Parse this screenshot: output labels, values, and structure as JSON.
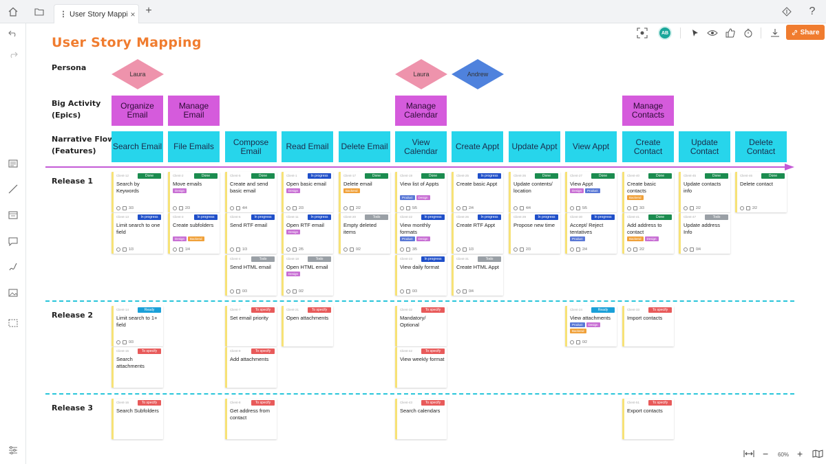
{
  "browser": {
    "tab_title": "User Story Mappi...",
    "tab_close": "×",
    "new_tab": "+",
    "help": "?"
  },
  "toolbar": {
    "avatar_initials": "AB",
    "share_label": "Share"
  },
  "board": {
    "title": "User Story Mapping",
    "persona_label": "Persona",
    "big_activity_label_1": "Big Activity",
    "big_activity_label_2": "(Epics)",
    "narrative_label_1": "Narrative Flow",
    "narrative_label_2": "(Features)",
    "personas": [
      {
        "name": "Laura",
        "col": 0,
        "color": "#ee93ac"
      },
      {
        "name": "Laura",
        "col": 5,
        "color": "#ee93ac"
      },
      {
        "name": "Andrew",
        "col": 6,
        "color": "#4f82dd"
      }
    ],
    "epics": [
      {
        "label": "Organize Email",
        "col": 0
      },
      {
        "label": "Manage Email",
        "col": 1
      },
      {
        "label": "Manage Calendar",
        "col": 5
      },
      {
        "label": "Manage Contacts",
        "col": 9
      }
    ],
    "features": [
      "Search Email",
      "File Emails",
      "Compose Email",
      "Read Email",
      "Delete Email",
      "View Calendar",
      "Create Appt",
      "Update Appt",
      "View Appt",
      "Create Contact",
      "Update Contact",
      "Delete Contact"
    ],
    "releases": [
      {
        "label": "Release 1"
      },
      {
        "label": "Release 2"
      },
      {
        "label": "Release 3"
      }
    ],
    "status_colors": {
      "Done": "#1b8c4f",
      "In progress": "#1f4fc9",
      "Todo": "#9aa0a6",
      "Ready": "#1aa0d8",
      "To specify": "#e85a5a"
    },
    "tag_colors": {
      "Design": "#c86fd4",
      "Backend": "#f0a13a",
      "Product": "#5a78d6"
    },
    "cards": [
      {
        "id": "Client-12",
        "status": "Done",
        "title": "Search by Keywords",
        "tags": [],
        "meta": "3/3",
        "col": 0,
        "slot": 0
      },
      {
        "id": "Client-13",
        "status": "In progress",
        "title": "Limit search to one field",
        "tags": [],
        "meta": "1/3",
        "col": 0,
        "slot": 1
      },
      {
        "id": "Client-2",
        "status": "Done",
        "title": "Move emails",
        "tags": [
          "Design"
        ],
        "meta": "2/3",
        "col": 1,
        "slot": 0
      },
      {
        "id": "Client-3",
        "status": "In progress",
        "title": "Create subfolders",
        "tags": [
          "Design",
          "Backend"
        ],
        "meta": "1/4",
        "col": 1,
        "slot": 1
      },
      {
        "id": "Client-5",
        "status": "Done",
        "title": "Create and send basic email",
        "tags": [],
        "meta": "4/4",
        "col": 2,
        "slot": 0
      },
      {
        "id": "Client-6",
        "status": "In progress",
        "title": "Send RTF email",
        "tags": [],
        "meta": "1/3",
        "col": 2,
        "slot": 1
      },
      {
        "id": "Client-4",
        "status": "Todo",
        "title": "Send HTML email",
        "tags": [],
        "meta": "0/3",
        "col": 2,
        "slot": 2
      },
      {
        "id": "Client-1",
        "status": "In progress",
        "title": "Open basic email",
        "tags": [
          "Design"
        ],
        "meta": "2/3",
        "col": 3,
        "slot": 0
      },
      {
        "id": "Client-11",
        "status": "In progress",
        "title": "Open RTF email",
        "tags": [
          "Design"
        ],
        "meta": "2/5",
        "col": 3,
        "slot": 1
      },
      {
        "id": "Client-18",
        "status": "Todo",
        "title": "Open HTML email",
        "tags": [
          "Design"
        ],
        "meta": "0/2",
        "col": 3,
        "slot": 2
      },
      {
        "id": "Client-17",
        "status": "Done",
        "title": "Delete email",
        "tags": [
          "Backend"
        ],
        "meta": "2/2",
        "col": 4,
        "slot": 0
      },
      {
        "id": "Client-20",
        "status": "Todo",
        "title": "Empty deleted items",
        "tags": [],
        "meta": "0/2",
        "col": 4,
        "slot": 1
      },
      {
        "id": "Client-19",
        "status": "Done",
        "title": "View list of Appts",
        "tags": [
          "Product",
          "Design"
        ],
        "meta": "5/5",
        "col": 5,
        "slot": 0
      },
      {
        "id": "Client-22",
        "status": "In progress",
        "title": "View monthly formats",
        "tags": [
          "Product",
          "Design"
        ],
        "meta": "3/5",
        "col": 5,
        "slot": 1
      },
      {
        "id": "Client-23",
        "status": "In progress",
        "title": "View daily format",
        "tags": [],
        "meta": "0/3",
        "col": 5,
        "slot": 2
      },
      {
        "id": "Client-25",
        "status": "In progress",
        "title": "Create basic Appt",
        "tags": [],
        "meta": "2/4",
        "col": 6,
        "slot": 0
      },
      {
        "id": "Client-26",
        "status": "In progress",
        "title": "Create RTF Appt",
        "tags": [],
        "meta": "1/3",
        "col": 6,
        "slot": 1
      },
      {
        "id": "Client-31",
        "status": "Todo",
        "title": "Create HTML Appt",
        "tags": [],
        "meta": "0/4",
        "col": 6,
        "slot": 2
      },
      {
        "id": "Client-26",
        "status": "Done",
        "title": "Update contents/ location",
        "tags": [],
        "meta": "4/4",
        "col": 7,
        "slot": 0
      },
      {
        "id": "Client-29",
        "status": "In progress",
        "title": "Propose new time",
        "tags": [],
        "meta": "2/3",
        "col": 7,
        "slot": 1
      },
      {
        "id": "Client-27",
        "status": "Done",
        "title": "View Appt",
        "tags": [
          "Design",
          "Product"
        ],
        "meta": "5/5",
        "col": 8,
        "slot": 0
      },
      {
        "id": "Client-30",
        "status": "In progress",
        "title": "Accept/ Reject tentatives",
        "tags": [
          "Product"
        ],
        "meta": "2/4",
        "col": 8,
        "slot": 1
      },
      {
        "id": "Client-40",
        "status": "Done",
        "title": "Create basic contacts",
        "tags": [
          "Backend"
        ],
        "meta": "3/3",
        "col": 9,
        "slot": 0
      },
      {
        "id": "Client-41",
        "status": "Done",
        "title": "Add address to contact",
        "tags": [
          "Backend",
          "Design"
        ],
        "meta": "2/2",
        "col": 9,
        "slot": 1
      },
      {
        "id": "Client-45",
        "status": "Done",
        "title": "Update contacts info",
        "tags": [],
        "meta": "2/2",
        "col": 10,
        "slot": 0
      },
      {
        "id": "Client-47",
        "status": "Todo",
        "title": "Update address Info",
        "tags": [],
        "meta": "0/4",
        "col": 10,
        "slot": 1
      },
      {
        "id": "Client-46",
        "status": "Done",
        "title": "Delete contact",
        "tags": [],
        "meta": "2/2",
        "col": 11,
        "slot": 0
      },
      {
        "id": "Client-14",
        "status": "Ready",
        "title": "Limit search to 1+ field",
        "tags": [],
        "meta": "0/3",
        "col": 0,
        "slot": 3
      },
      {
        "id": "Client-15",
        "status": "To specify",
        "title": "Search attachments",
        "tags": [],
        "meta": "",
        "col": 0,
        "slot": 4
      },
      {
        "id": "Client-7",
        "status": "To specify",
        "title": "Set email priority",
        "tags": [],
        "meta": "",
        "col": 2,
        "slot": 3
      },
      {
        "id": "Client-9",
        "status": "To specify",
        "title": "Add attachments",
        "tags": [],
        "meta": "",
        "col": 2,
        "slot": 4
      },
      {
        "id": "Client-21",
        "status": "To specify",
        "title": "Open attachments",
        "tags": [],
        "meta": "",
        "col": 3,
        "slot": 3
      },
      {
        "id": "Client-32",
        "status": "To specify",
        "title": "Mandatory/ Optional",
        "tags": [],
        "meta": "",
        "col": 5,
        "slot": 3
      },
      {
        "id": "Client-42",
        "status": "To specify",
        "title": "View weekly format",
        "tags": [],
        "meta": "",
        "col": 5,
        "slot": 4
      },
      {
        "id": "Client-24",
        "status": "Ready",
        "title": "View attachments",
        "tags": [
          "Product",
          "Design",
          "Backend"
        ],
        "meta": "0/2",
        "col": 8,
        "slot": 3
      },
      {
        "id": "Client-33",
        "status": "To specify",
        "title": "Import contacts",
        "tags": [],
        "meta": "",
        "col": 9,
        "slot": 3
      },
      {
        "id": "Client-16",
        "status": "To specify",
        "title": "Search Subfolders",
        "tags": [],
        "meta": "",
        "col": 0,
        "slot": 5
      },
      {
        "id": "Client-8",
        "status": "To specify",
        "title": "Get address from contact",
        "tags": [],
        "meta": "",
        "col": 2,
        "slot": 5
      },
      {
        "id": "Client-43",
        "status": "To specify",
        "title": "Search calendars",
        "tags": [],
        "meta": "",
        "col": 5,
        "slot": 5
      },
      {
        "id": "Client-51",
        "status": "To specify",
        "title": "Export contacts",
        "tags": [],
        "meta": "",
        "col": 9,
        "slot": 5
      }
    ]
  },
  "zoom": {
    "value": "60%"
  }
}
